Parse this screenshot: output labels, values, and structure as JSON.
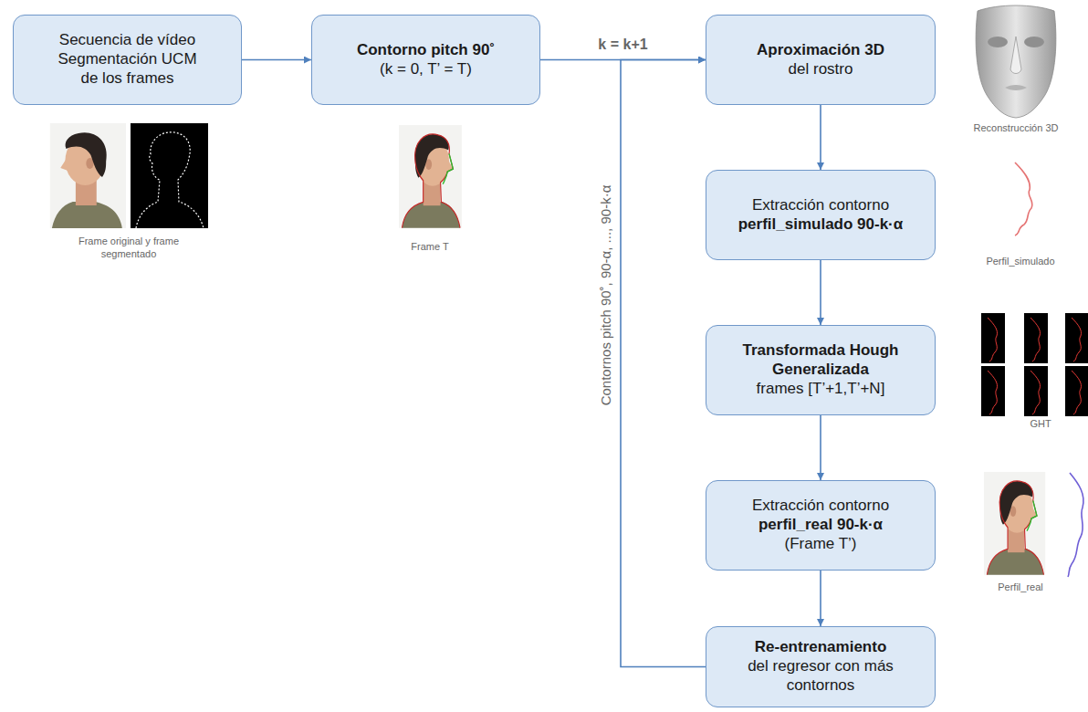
{
  "diagram": {
    "nodes": [
      {
        "text": [
          "Secuencia de vídeo Segmentación UCM de los frames"
        ]
      },
      {
        "text": [
          "Contorno pitch 90˚",
          "(k = 0, T’ = T)"
        ]
      },
      {
        "text": [
          "Aproximación 3D",
          "del rostro"
        ]
      },
      {
        "text": [
          "Extracción contorno",
          "perfil_simulado 90-k·α"
        ]
      },
      {
        "text": [
          "Transformada Hough Generalizada",
          "frames [T’+1,T’+N]"
        ]
      },
      {
        "text": [
          "Extracción contorno",
          "perfil_real 90-k·α",
          "(Frame T’)"
        ]
      },
      {
        "text": [
          "Re-entrenamiento",
          "del regresor con más contornos"
        ]
      }
    ],
    "edges": [
      {
        "from": 0,
        "to": 1,
        "arrow": "to"
      },
      {
        "from": 1,
        "to": 2,
        "arrow": "to",
        "label": "k = k+1"
      },
      {
        "from": 2,
        "to": 3,
        "arrow": "to"
      },
      {
        "from": 3,
        "to": 4,
        "arrow": "to"
      },
      {
        "from": 4,
        "to": 5,
        "arrow": "to"
      },
      {
        "from": 5,
        "to": 6,
        "arrow": "to"
      },
      {
        "from": 6,
        "to": 2,
        "arrow": "to",
        "label": "Contornos pitch 90˚, 90-α, ..., 90-k·α"
      }
    ],
    "labels": [
      "Frame original y frame segmentado",
      "Frame T",
      "Reconstrucción 3D",
      "Perfil_simulado",
      "GHT",
      "Perfil_real"
    ]
  }
}
